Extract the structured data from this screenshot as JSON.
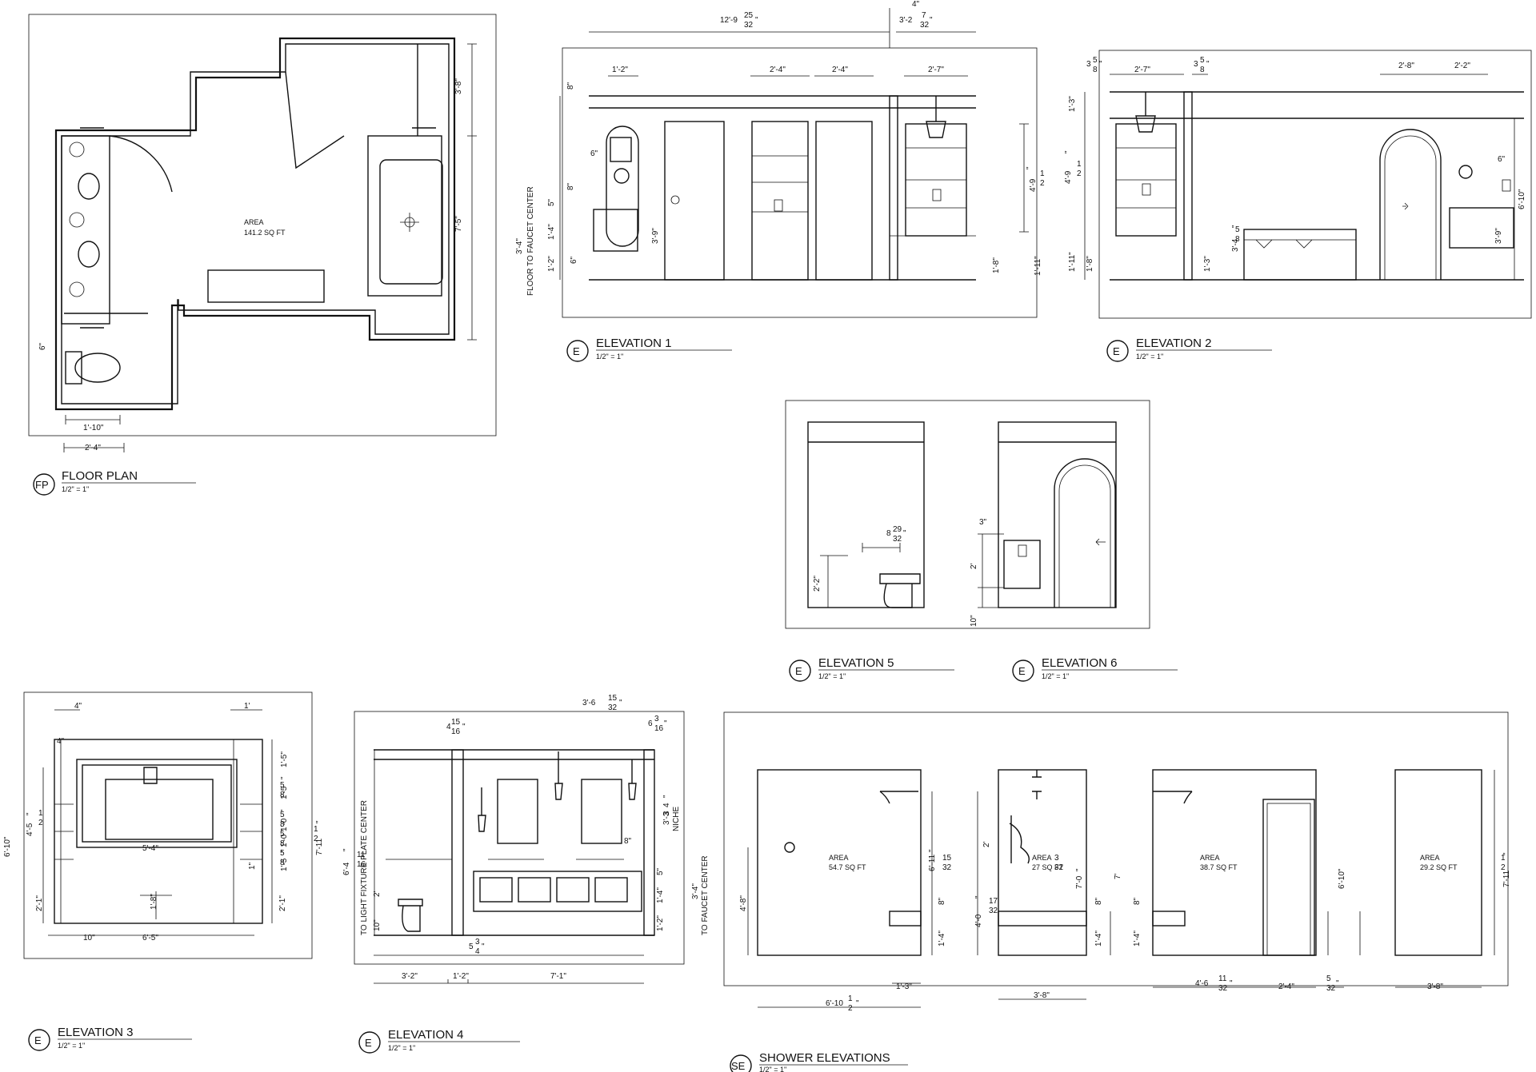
{
  "drawings": [
    {
      "id": "fp",
      "badge": "FP",
      "title": "FLOOR PLAN",
      "scale": "1/2\" = 1\""
    },
    {
      "id": "e1",
      "badge": "E",
      "title": "ELEVATION 1",
      "scale": "1/2\" = 1\""
    },
    {
      "id": "e2",
      "badge": "E",
      "title": "ELEVATION 2",
      "scale": "1/2\" = 1\""
    },
    {
      "id": "e5",
      "badge": "E",
      "title": "ELEVATION 5",
      "scale": "1/2\" = 1\""
    },
    {
      "id": "e6",
      "badge": "E",
      "title": "ELEVATION 6",
      "scale": "1/2\" = 1\""
    },
    {
      "id": "e3",
      "badge": "E",
      "title": "ELEVATION 3",
      "scale": "1/2\" = 1\""
    },
    {
      "id": "e4",
      "badge": "E",
      "title": "ELEVATION 4",
      "scale": "1/2\" = 1\""
    },
    {
      "id": "se",
      "badge": "SE",
      "title": "SHOWER ELEVATIONS",
      "scale": "1/2\" = 1\""
    }
  ],
  "floor_plan": {
    "area_label": "AREA",
    "area_value": "141.2 SQ FT",
    "dims": [
      "3'-8\"",
      "7'-5\"",
      "6\"",
      "1'-10\"",
      "2'-4\""
    ]
  },
  "elevation_1": {
    "dims": [
      "12'-9",
      "25",
      "32",
      "\"",
      "4\"",
      "3'-2",
      "7",
      "32",
      "\"",
      "1'-2\"",
      "2'-4\"",
      "2'-4\"",
      "2'-7\"",
      "8\"",
      "6\"",
      "8\"",
      "5\"",
      "1'-4\"",
      "1'-2\"",
      "6\"",
      "3'-9\"",
      "4'-9",
      "1",
      "2",
      "\"",
      "1'-8\"",
      "1'-11\"",
      "3'-4\""
    ],
    "vertical_note": "FLOOR TO FAUCET CENTER"
  },
  "elevation_2": {
    "dims": [
      "3",
      "5",
      "8",
      "\"",
      "2'-7\"",
      "3",
      "5",
      "8",
      "\"",
      "2'-8\"",
      "2'-2\"",
      "1'-3\"",
      "4'-9",
      "1",
      "2",
      "\"",
      "1'-11\"",
      "1'-8\"",
      "1'-3\"",
      "3'-4",
      "5",
      "8",
      "\"",
      "6\"",
      "6'-10\"",
      "3'-9\""
    ]
  },
  "elevation_5": {
    "dims": [
      "8",
      "29",
      "32",
      "\"",
      "2'-2\""
    ]
  },
  "elevation_6": {
    "dims": [
      "3\"",
      "2'",
      "10\""
    ]
  },
  "elevation_3": {
    "dims": [
      "4\"",
      "1'",
      "4\"",
      "1'-5\"",
      "6'-10\"",
      "4'-5",
      "1",
      "2",
      "\"",
      "1'-5",
      "5",
      "8",
      "\"",
      "1'-0",
      "5",
      "8",
      "\"",
      "1'-0",
      "5",
      "8",
      "\"",
      "1'-5",
      "5",
      "8",
      "\"",
      "5'-4\"",
      "1\"",
      "2'-1\"",
      "2'-1\"",
      "1'-8\"",
      "10\"",
      "6'-5\"",
      "7'-11",
      "1",
      "2",
      "\""
    ]
  },
  "elevation_4": {
    "dims": [
      "3'-6",
      "15",
      "32",
      "\"",
      "4",
      "15",
      "16",
      "\"",
      "6",
      "3",
      "16",
      "\"",
      "3'-3",
      "3",
      "4",
      "\"",
      "NICHE",
      "6'-4",
      "11",
      "16",
      "\"",
      "2'",
      "10\"",
      "8\"",
      "5\"",
      "1'-4\"",
      "1'-2\"",
      "3'-4\"",
      "5",
      "3",
      "4",
      "\"",
      "3'-2\"",
      "1'-2\"",
      "7'-1\""
    ],
    "vertical_notes": [
      "TO LIGHT FIXTURE PLATE CENTER",
      "TO FAUCET CENTER"
    ]
  },
  "shower": {
    "areas": [
      {
        "label": "AREA",
        "value": "54.7 SQ FT"
      },
      {
        "label": "AREA",
        "value": "27 SQ FT"
      },
      {
        "label": "AREA",
        "value": "38.7 SQ FT"
      },
      {
        "label": "AREA",
        "value": "29.2 SQ FT"
      }
    ],
    "dims": [
      "4'-8\"",
      "6'-11",
      "15",
      "32",
      "\"",
      "2'",
      "8\"",
      "1'-4\"",
      "4'-0",
      "17",
      "32",
      "\"",
      "7'-0",
      "3",
      "32",
      "\"",
      "8\"",
      "1'-4\"",
      "7'",
      "8\"",
      "1'-4\"",
      "6'-10\"",
      "7'-11",
      "1",
      "2",
      "\"",
      "6'-10",
      "1",
      "2",
      "\"",
      "1'-3\"",
      "3'-8\"",
      "4'-6",
      "11",
      "32",
      "\"",
      "2'-4\"",
      "5",
      "32",
      "\"",
      "3'-8\""
    ]
  }
}
